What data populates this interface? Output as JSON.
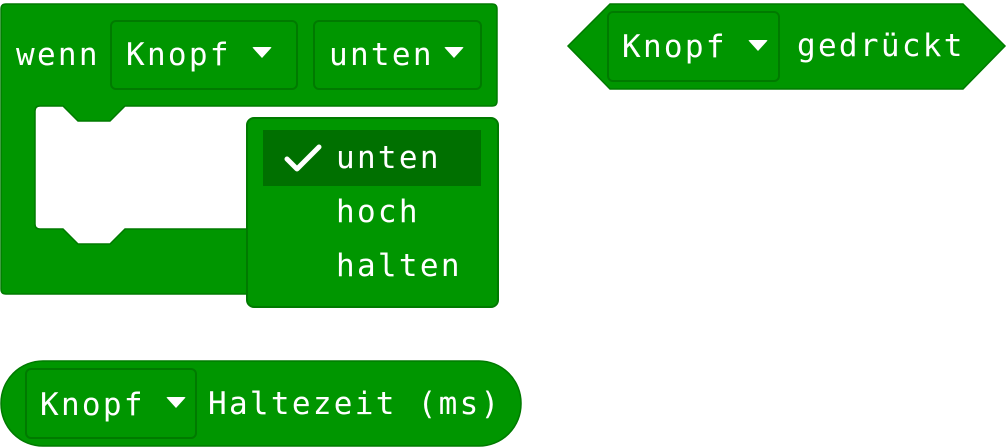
{
  "colors": {
    "block": "#009600",
    "border": "#007a00",
    "selected": "#007000",
    "text": "#ffffff"
  },
  "event_block": {
    "prefix": "wenn",
    "button_field": "Knopf",
    "state_field": "unten"
  },
  "state_menu": {
    "options": [
      {
        "label": "unten",
        "selected": true
      },
      {
        "label": "hoch",
        "selected": false
      },
      {
        "label": "halten",
        "selected": false
      }
    ],
    "check_icon": "checkmark-icon"
  },
  "pressed_block": {
    "button_field": "Knopf",
    "suffix": "gedrückt"
  },
  "hold_block": {
    "button_field": "Knopf",
    "suffix": "Haltezeit (ms)"
  }
}
